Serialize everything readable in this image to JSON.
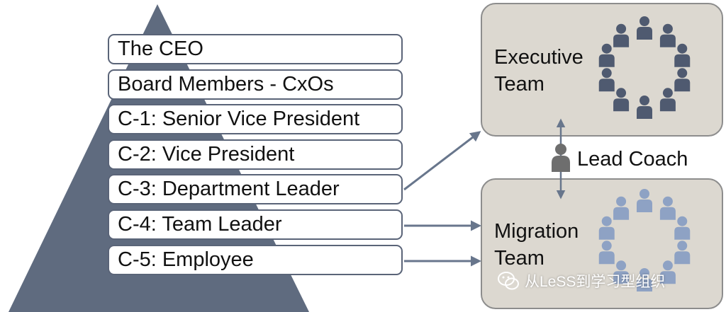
{
  "pyramid": {
    "levels": [
      {
        "label": "The CEO"
      },
      {
        "label": "Board Members - CxOs"
      },
      {
        "label": "C-1: Senior Vice President"
      },
      {
        "label": "C-2: Vice President"
      },
      {
        "label": "C-3: Department Leader"
      },
      {
        "label": "C-4: Team Leader"
      },
      {
        "label": "C-5: Employee"
      }
    ]
  },
  "executive_team": {
    "line1": "Executive",
    "line2": "Team",
    "people_count": 10
  },
  "migration_team": {
    "line1": "Migration",
    "line2": "Team",
    "people_count": 10
  },
  "lead_coach": {
    "label": "Lead Coach"
  },
  "watermark": {
    "text": "从LeSS到学习型组织",
    "icon": "wechat-icon"
  },
  "colors": {
    "pyramid": "#5f6b7f",
    "box_border": "#5a6478",
    "team_bg": "#dcd8d0",
    "team_border": "#8d8d8d",
    "exec_people": "#4f5a70",
    "migration_people": "#8ea2c4",
    "coach": "#6e6e6e",
    "arrow": "#68768c"
  }
}
